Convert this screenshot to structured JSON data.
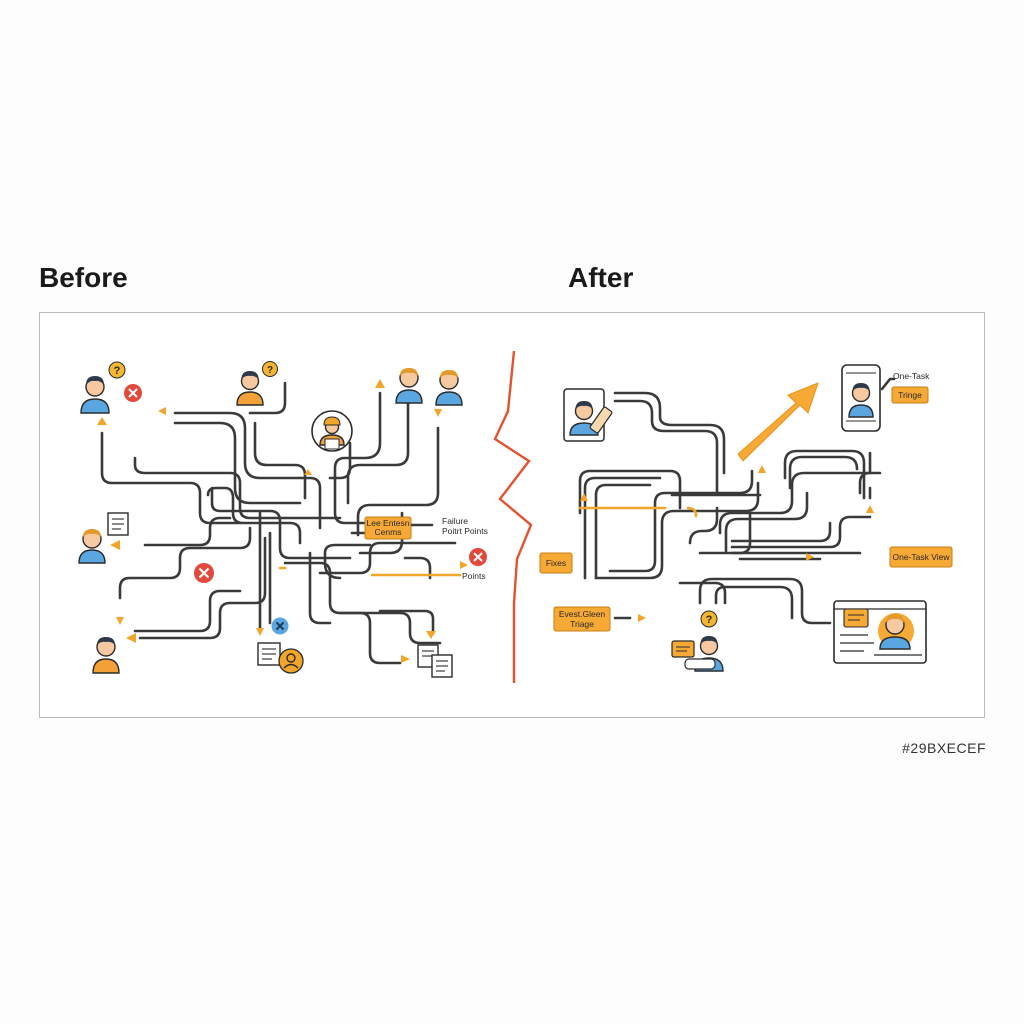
{
  "headings": {
    "before": "Before",
    "after": "After"
  },
  "before_labels": {
    "tag": [
      "Lee Entesn",
      "Cenms"
    ],
    "failure": [
      "Failure",
      "Poitrt Points"
    ],
    "points": "Points"
  },
  "after_labels": {
    "fixes": "Fixes",
    "one_task_top": "One-Task",
    "tringe_top": "Tringe",
    "one_task_view": "One-Task View",
    "event_tag": [
      "Evest.Gleen",
      "Triage"
    ]
  },
  "image_code": "#29BXECEF",
  "colors": {
    "accent_orange": "#f6a935",
    "error_red": "#e2493b",
    "divider_red": "#e4532f",
    "path_dark": "#3a3a3a",
    "person_blue": "#5aa6e0"
  },
  "icons": {
    "people": "person-icon",
    "error": "x-error-icon",
    "question": "question-icon",
    "document": "document-icon",
    "phone": "phone-icon",
    "laptop": "laptop-icon",
    "chat": "chat-icon",
    "growth_arrow": "growth-arrow-icon"
  }
}
